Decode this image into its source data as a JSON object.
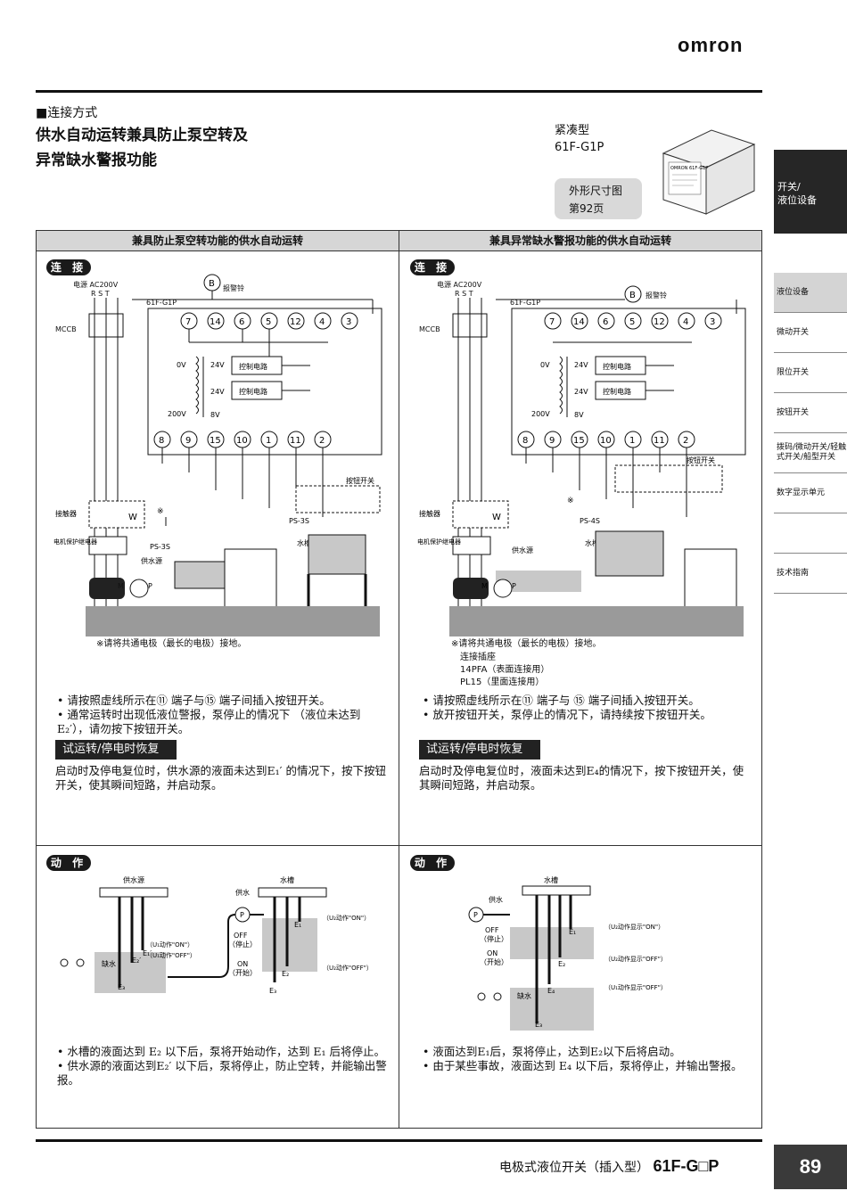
{
  "brand": "omron",
  "section_label": "■连接方式",
  "title_line1": "供水自动运转兼具防止泵空转及",
  "title_line2": "异常缺水警报功能",
  "compact_label": "紧凑型",
  "model": "61F-G1P",
  "dim_line1": "外形尺寸图",
  "dim_line2": "第92页",
  "product_label": "OMRON 61F-G1P",
  "side_tab_top": [
    "开关/",
    "液位设备"
  ],
  "side_tabs": [
    "液位设备",
    "微动开关",
    "限位开关",
    "按钮开关",
    "拨码/微动开关/轻触式开关/船型开关",
    "数字显示单元",
    "",
    "技术指南"
  ],
  "left_col": {
    "header": "兼具防止泵空转功能的供水自动运转",
    "connect_label": "连 接",
    "wiring": {
      "power": "电源 AC200V",
      "rst": "R S T",
      "mccb": "MCCB",
      "model": "61F-G1P",
      "alarm": "报警铃",
      "terminals_top": [
        "7",
        "14",
        "6",
        "5",
        "12",
        "4",
        "3"
      ],
      "terminals_bottom": [
        "8",
        "9",
        "15",
        "10",
        "1",
        "11",
        "2"
      ],
      "ctrl": "控制电路",
      "v24": "24V",
      "v8": "8V",
      "v0": "0V",
      "v200": "200V",
      "contactor": "接触器",
      "relay": "电机保护继电器",
      "pb": "按钮开关",
      "ps3": "PS-3S",
      "ps3b": "PS-3S",
      "src": "供水源",
      "tank": "水槽",
      "m": "M",
      "p": "P"
    },
    "ground_note": "※请将共通电极（最长的电极）接地。",
    "bullets": [
      "请按照虚线所示在⑪ 端子与⑮ 端子间插入按钮开关。",
      "通常运转时出现低液位警报，泵停止的情况下 （液位未达到E₂′），请勿按下按钮开关。"
    ],
    "trial_label": "试运转/停电时恢复",
    "trial_text": "启动时及停电复位时，供水源的液面未达到E₁′ 的情况下，按下按钮开关，使其瞬间短路，并启动泵。",
    "action_label": "动 作",
    "action": {
      "src": "供水源",
      "tank": "水槽",
      "supply": "供水",
      "off": "OFF",
      "stop": "（停止）",
      "on": "ON",
      "start": "（开始）",
      "shortage": "缺水",
      "e1p": "E₁′",
      "e2p": "E₂′",
      "e3": "E₃",
      "e1": "E₁",
      "e2": "E₂",
      "e3b": "E₃",
      "u1on": "（U₁动作\"ON\"）",
      "u1off": "（U₁动作\"OFF\"）",
      "u2on": "（U₂动作\"ON\"）",
      "u2off": "（U₂动作\"OFF\"）"
    },
    "action_bullets": [
      "水槽的液面达到 E₂ 以下后，泵将开始动作，达到 E₁ 后将停止。",
      "供水源的液面达到E₂′ 以下后，泵将停止，防止空转，并能输出警报。"
    ]
  },
  "right_col": {
    "header": "兼具异常缺水警报功能的供水自动运转",
    "connect_label": "连 接",
    "wiring": {
      "power": "电源 AC200V",
      "rst": "R S T",
      "mccb": "MCCB",
      "model": "61F-G1P",
      "alarm": "报警铃",
      "terminals_top": [
        "7",
        "14",
        "6",
        "5",
        "12",
        "4",
        "3"
      ],
      "terminals_bottom": [
        "8",
        "9",
        "15",
        "10",
        "1",
        "11",
        "2"
      ],
      "ctrl": "控制电路",
      "v24": "24V",
      "v8": "8V",
      "v0": "0V",
      "v200": "200V",
      "contactor": "接触器",
      "relay": "电机保护继电器",
      "pb": "按钮开关",
      "ps4": "PS-4S",
      "src": "供水源",
      "tank": "水槽",
      "m": "M",
      "p": "P"
    },
    "ground_note": "※请将共通电极（最长的电极）接地。",
    "socket_note": [
      "连接插座",
      "14PFA（表面连接用）",
      "PL15（里面连接用）"
    ],
    "bullets": [
      "请按照虚线所示在⑪ 端子与 ⑮ 端子间插入按钮开关。",
      "放开按钮开关，泵停止的情况下，请持续按下按钮开关。"
    ],
    "trial_label": "试运转/停电时恢复",
    "trial_text": "启动时及停电复位时，液面未达到E₄的情况下，按下按钮开关，使其瞬间短路，并启动泵。",
    "action_label": "动 作",
    "action": {
      "tank": "水槽",
      "supply": "供水",
      "off": "OFF",
      "stop": "（停止）",
      "on": "ON",
      "start": "（开始）",
      "shortage": "缺水",
      "e1": "E₁",
      "e2": "E₂",
      "e4": "E₄",
      "e3": "E₃",
      "u2on": "（U₂动作显示\"ON\"）",
      "u2off": "（U₂动作显示\"OFF\"）",
      "u1off": "（U₁动作显示\"OFF\"）"
    },
    "action_bullets": [
      "液面达到E₁后，泵将停止，达到E₂以下后将启动。",
      "由于某些事故，液面达到 E₄ 以下后，泵将停止，并输出警报。"
    ]
  },
  "footer_text": "电极式液位开关（插入型）",
  "footer_model": "61F-G□P",
  "page_number": "89"
}
